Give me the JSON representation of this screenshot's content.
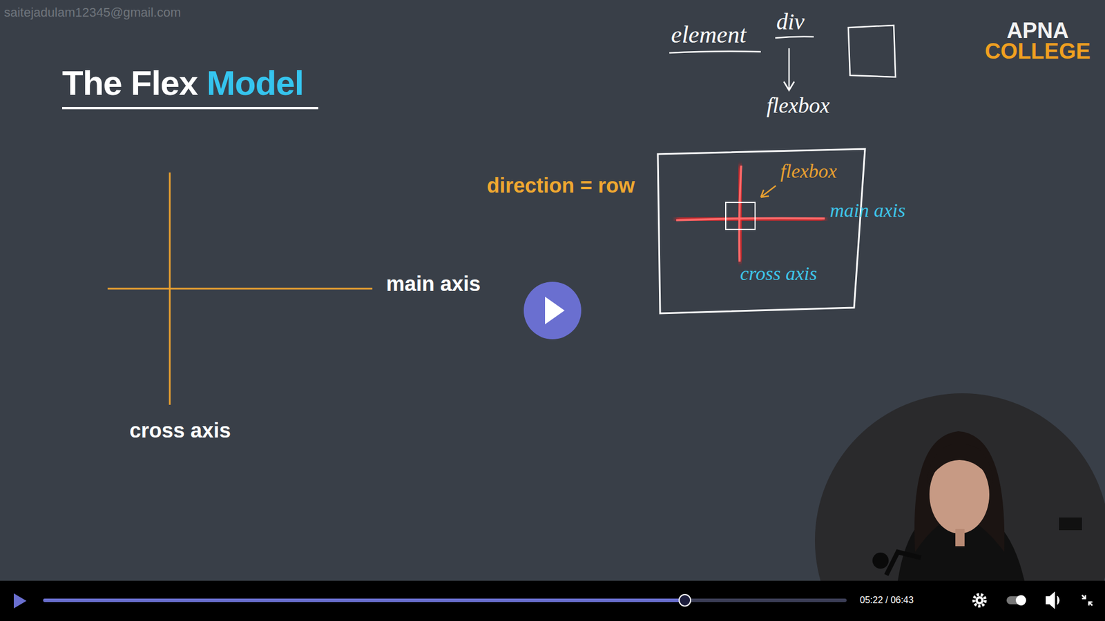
{
  "diagram": {
    "title": "The Flex Model",
    "labels": [
      "saitejadulam12345@gmail.com",
      "main axis",
      "cross axis",
      "direction = row",
      "element",
      "div",
      "flexbox",
      "flexbox",
      "main axis",
      "cross axis",
      "APNA",
      "COLLEGE",
      "05:22 / 06:43"
    ]
  }
}
